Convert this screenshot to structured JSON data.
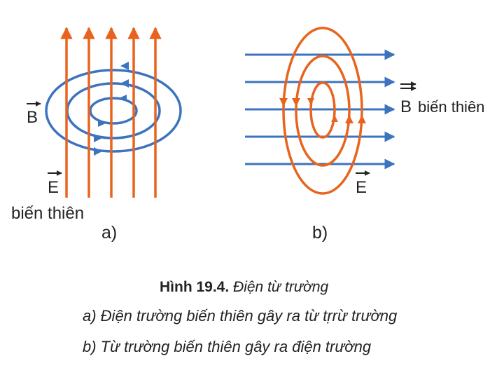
{
  "colors": {
    "electric": "#e8641e",
    "magnetic": "#3c73be",
    "text": "#222222"
  },
  "panel_a": {
    "label": "a)",
    "field_b_label": "B",
    "field_e_label": "E",
    "varying_label": "biến thiên"
  },
  "panel_b": {
    "label": "b)",
    "field_b_label": "B",
    "varying_label": "biến thiên",
    "field_e_label": "E"
  },
  "caption": {
    "figure_number": "Hình 19.4.",
    "title": "Điện từ trường",
    "line_a": "a) Điện trường biến thiên gây ra từ tṛrừ trường",
    "line_b": "b) Từ trường biến thiên gây ra điện trường"
  }
}
